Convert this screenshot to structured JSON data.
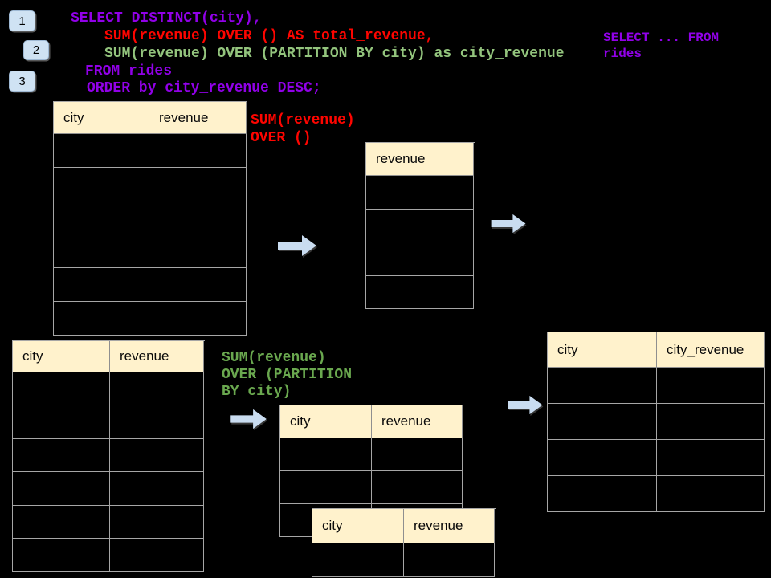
{
  "colors": {
    "background": "#000000",
    "sql_purple": "#9100E8",
    "sql_red": "#FE0500",
    "sql_green": "#93C47D",
    "label_green": "#6AA84F",
    "table_header_fill": "#FFF2CC",
    "table_border": "#A6A6A6",
    "arrow_fill": "#C9DCF0",
    "badge_fill": "#CFE2F3"
  },
  "badges": [
    {
      "label": "1"
    },
    {
      "label": "2"
    },
    {
      "label": "3"
    }
  ],
  "sql": {
    "line1": "SELECT DISTINCT(city),",
    "line2": "SUM(revenue) OVER () AS total_revenue,",
    "line3": "SUM(revenue) OVER (PARTITION BY city) as city_revenue",
    "line4": "FROM rides",
    "line5": "ORDER by city_revenue DESC;"
  },
  "side_code": {
    "line1": "SELECT ... FROM",
    "line2": "rides"
  },
  "annotations": {
    "total": {
      "line1": "SUM(revenue)",
      "line2": "OVER ()"
    },
    "partition": {
      "line1": "SUM(revenue)",
      "line2": "OVER (PARTITION",
      "line3": "BY city)"
    }
  },
  "tables": {
    "source_top": {
      "headers": [
        "city",
        "revenue"
      ],
      "row_count": 6
    },
    "total_revenue_result": {
      "headers": [
        "revenue"
      ],
      "row_count": 4
    },
    "source_bottom": {
      "headers": [
        "city",
        "revenue"
      ],
      "row_count": 6
    },
    "partition_step": {
      "headers": [
        "city",
        "revenue"
      ],
      "row_count": 3
    },
    "partition_step_overlay": {
      "headers": [
        "city",
        "revenue"
      ],
      "row_count": 1
    },
    "city_revenue_result": {
      "headers": [
        "city",
        "city_revenue"
      ],
      "row_count": 4
    }
  }
}
